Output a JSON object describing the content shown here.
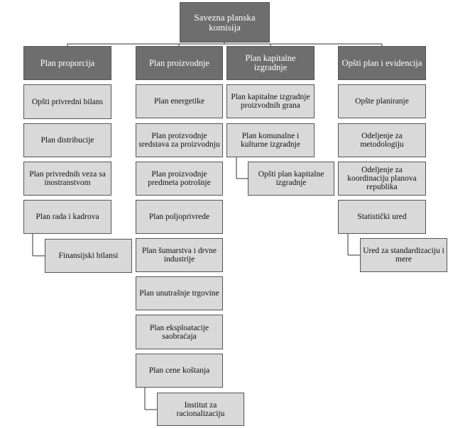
{
  "root": {
    "label": "Savezna planska komisija"
  },
  "columns": [
    {
      "header": "Plan proporcija",
      "items": [
        {
          "label": "Opšti privredni bilans"
        },
        {
          "label": "Plan distribucije"
        },
        {
          "label": "Plan privrednih veza sa inostranstvom"
        },
        {
          "label": "Plan rada i kadrova"
        },
        {
          "label": "Finansijski bilansi"
        }
      ]
    },
    {
      "header": "Plan proizvodnje",
      "items": [
        {
          "label": "Plan energetike"
        },
        {
          "label": "Plan proizvodnje sredstava za proizvodnju"
        },
        {
          "label": "Plan proizvodnje predmeta potrošnje"
        },
        {
          "label": "Plan poljoprivrede"
        },
        {
          "label": "Plan šumarstva i drvne industrije"
        },
        {
          "label": "Plan unutrašnje trgovine"
        },
        {
          "label": "Plan eksploatacije saobraćaja"
        },
        {
          "label": "Plan cene koštanja"
        },
        {
          "label": "Institut za racionalizaciju"
        }
      ]
    },
    {
      "header": "Plan kapitalne izgradnje",
      "items": [
        {
          "label": "Plan kapitalne izgradnje proizvodnih grana"
        },
        {
          "label": "Plan komunalne i kulturne izgradnje"
        },
        {
          "label": "Opšti plan kapitalne izgradnje"
        }
      ]
    },
    {
      "header": "Opšti plan i evidencija",
      "items": [
        {
          "label": "Opšte planiranje"
        },
        {
          "label": "Odeljenje za metodologiju"
        },
        {
          "label": "Odeljenje za koordinaciju planova republika"
        },
        {
          "label": "Statistički ured"
        },
        {
          "label": "Ured za standardizaciju i mere"
        }
      ]
    }
  ]
}
